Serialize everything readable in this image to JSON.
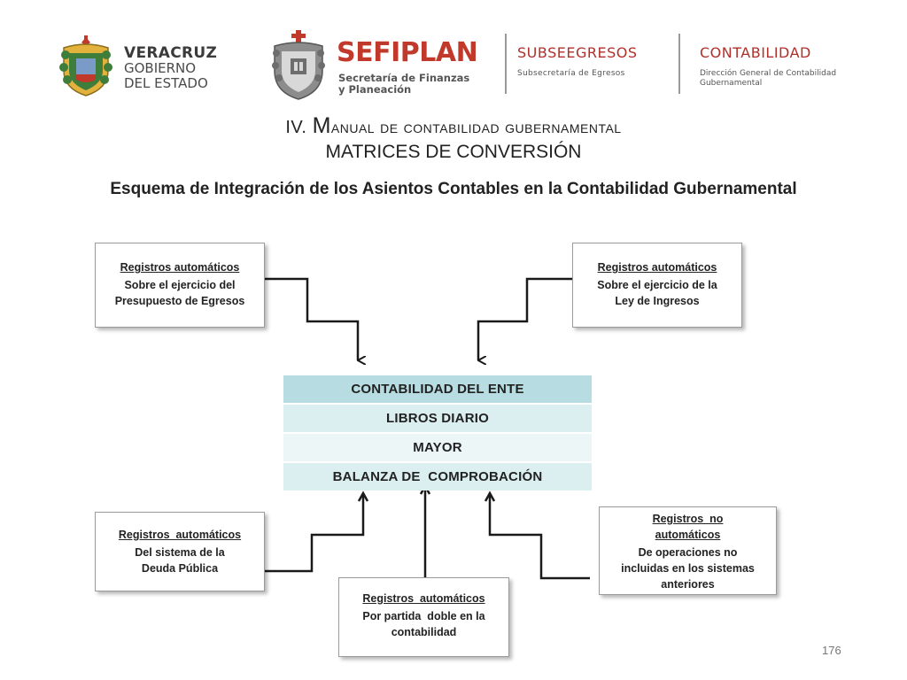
{
  "header": {
    "veracruz": {
      "line1": "VERACRUZ",
      "line2": "GOBIERNO",
      "line3": "DEL ESTADO"
    },
    "sefiplan": {
      "name": "SEFIPLAN",
      "sub1": "Secretaría de Finanzas",
      "sub2": "y Planeación"
    },
    "subsegresos": {
      "title": "SUBSEEGRESOS",
      "desc": "Subsecretaría de Egresos"
    },
    "contabilidad": {
      "title": "CONTABILIDAD",
      "desc1": "Dirección General de Contabilidad",
      "desc2": "Gubernamental"
    }
  },
  "titles": {
    "section_number": "IV. ",
    "section_initial": "M",
    "section_rest": "anual de contabilidad gubernamental",
    "subtitle": "MATRICES DE CONVERSIÓN",
    "scheme": "Esquema de Integración de los Asientos Contables en la Contabilidad Gubernamental"
  },
  "diagram": {
    "top_left": {
      "heading": "Registros automáticos",
      "body1": "Sobre el ejercicio del",
      "body2": "Presupuesto de Egresos"
    },
    "top_right": {
      "heading": "Registros automáticos",
      "body1": "Sobre el ejercicio de la",
      "body2": "Ley de Ingresos"
    },
    "center": [
      "CONTABILIDAD DEL ENTE",
      "LIBROS DIARIO",
      "MAYOR",
      "BALANZA DE  COMPROBACIÓN"
    ],
    "bottom_left": {
      "heading": "Registros  automáticos",
      "body1": "Del sistema de la",
      "body2": "Deuda Pública"
    },
    "bottom_center": {
      "heading": "Registros  automáticos",
      "body1": "Por partida  doble en la",
      "body2": "contabilidad"
    },
    "bottom_right": {
      "heading1": "Registros  no",
      "heading2": "automáticos",
      "body1": "De operaciones no",
      "body2": "incluidas en los sistemas",
      "body3": "anteriores"
    }
  },
  "colors": {
    "brand_red": "#c0392b",
    "table_header": "#b7dde2",
    "table_row": "#dbeef0"
  },
  "page_number": "176"
}
